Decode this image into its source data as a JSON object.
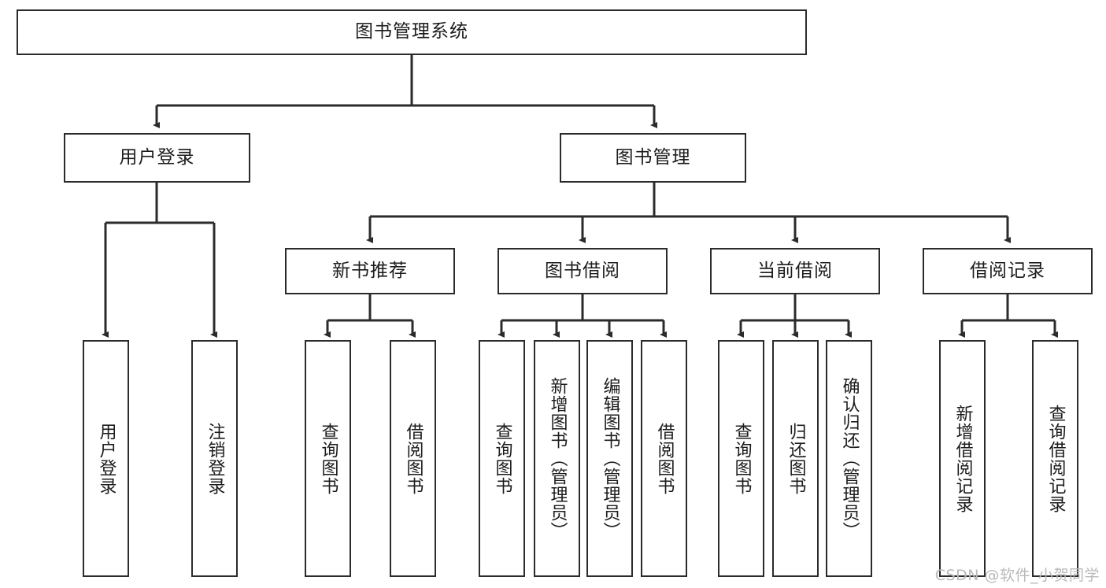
{
  "diagram": {
    "title": "图书管理系统",
    "type": "hierarchy-tree",
    "watermark": "CSDN @软件_小贺同学",
    "colors": {
      "box_border": "#2b2b2b",
      "box_fill": "#ffffff",
      "edge": "#2b2b2b",
      "text": "#1c1c1c",
      "watermark": "#b9b9b9",
      "background": "#ffffff"
    },
    "nodes": {
      "root": {
        "label": "图书管理系统",
        "level": 0,
        "orientation": "horizontal"
      },
      "l1": [
        {
          "id": "user-login",
          "label": "用户登录",
          "level": 1,
          "orientation": "horizontal"
        },
        {
          "id": "book-mgmt",
          "label": "图书管理",
          "level": 1,
          "orientation": "horizontal"
        }
      ],
      "l2": [
        {
          "id": "new-book-rec",
          "label": "新书推荐",
          "level": 2,
          "orientation": "horizontal"
        },
        {
          "id": "book-borrow",
          "label": "图书借阅",
          "level": 2,
          "orientation": "horizontal"
        },
        {
          "id": "current-borrow",
          "label": "当前借阅",
          "level": 2,
          "orientation": "horizontal"
        },
        {
          "id": "borrow-record",
          "label": "借阅记录",
          "level": 2,
          "orientation": "horizontal"
        }
      ],
      "leaves": [
        {
          "id": "leaf-user-login",
          "label": "用户登录",
          "parent": "user-login",
          "orientation": "vertical"
        },
        {
          "id": "leaf-logout",
          "label": "注销登录",
          "parent": "user-login",
          "orientation": "vertical"
        },
        {
          "id": "leaf-query-book-1",
          "label": "查询图书",
          "parent": "new-book-rec",
          "orientation": "vertical"
        },
        {
          "id": "leaf-borrow-book-1",
          "label": "借阅图书",
          "parent": "new-book-rec",
          "orientation": "vertical"
        },
        {
          "id": "leaf-query-book-2",
          "label": "查询图书",
          "parent": "book-borrow",
          "orientation": "vertical"
        },
        {
          "id": "leaf-add-book",
          "label": "新增图书（管理员）",
          "parent": "book-borrow",
          "orientation": "vertical"
        },
        {
          "id": "leaf-edit-book",
          "label": "编辑图书（管理员）",
          "parent": "book-borrow",
          "orientation": "vertical"
        },
        {
          "id": "leaf-borrow-book-2",
          "label": "借阅图书",
          "parent": "book-borrow",
          "orientation": "vertical"
        },
        {
          "id": "leaf-query-book-3",
          "label": "查询图书",
          "parent": "current-borrow",
          "orientation": "vertical"
        },
        {
          "id": "leaf-return-book",
          "label": "归还图书",
          "parent": "current-borrow",
          "orientation": "vertical"
        },
        {
          "id": "leaf-confirm-return",
          "label": "确认归还（管理员）",
          "parent": "current-borrow",
          "orientation": "vertical"
        },
        {
          "id": "leaf-add-record",
          "label": "新增借阅记录",
          "parent": "borrow-record",
          "orientation": "vertical"
        },
        {
          "id": "leaf-query-record",
          "label": "查询借阅记录",
          "parent": "borrow-record",
          "orientation": "vertical"
        }
      ]
    }
  }
}
